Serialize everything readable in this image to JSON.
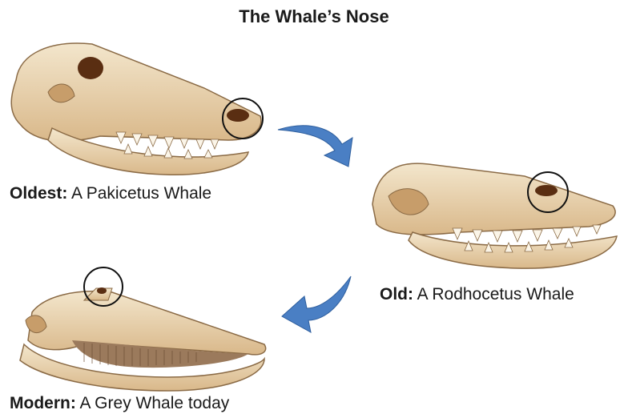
{
  "title": "The Whale’s Nose",
  "stages": [
    {
      "prefix": "Oldest:",
      "text": " A Pakicetus Whale",
      "icon": "pakicetus-skull-icon"
    },
    {
      "prefix": "Old:",
      "text": " A Rodhocetus Whale",
      "icon": "rodhocetus-skull-icon"
    },
    {
      "prefix": "Modern:",
      "text": " A Grey Whale today",
      "icon": "grey-whale-skull-icon"
    }
  ],
  "colors": {
    "bone": "#ecd9b8",
    "bone_shadow": "#c79d6a",
    "outline": "#8a6a45",
    "nostril": "#5a2e12",
    "arrow": "#4a7fc4"
  }
}
